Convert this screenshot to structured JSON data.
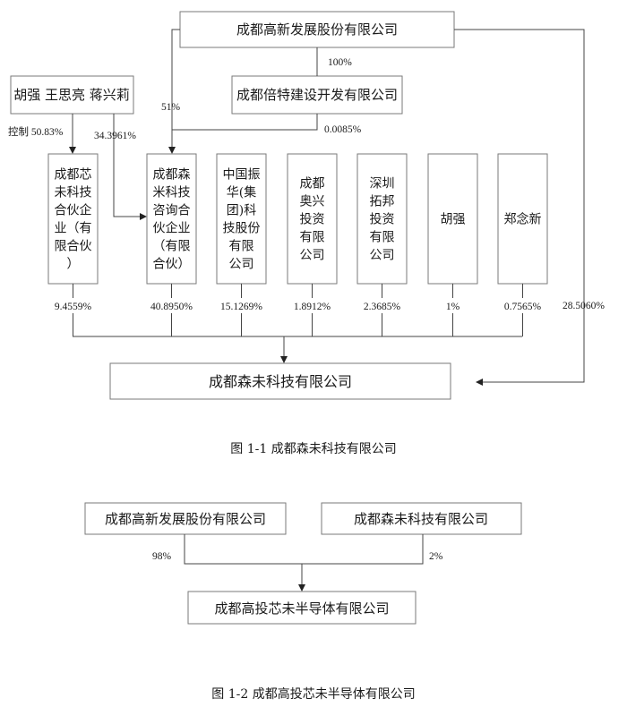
{
  "figure1": {
    "caption": "图 1-1  成都森未科技有限公司",
    "top_company": "成都高新发展股份有限公司",
    "subsidiary": "成都倍特建设开发有限公司",
    "individuals": "胡强  王思亮  蒋兴莉",
    "target": "成都森未科技有限公司",
    "edges": {
      "top_to_subsidiary": "100%",
      "top_to_senmi": "51%",
      "subsidiary_to_senmi": "0.0085%",
      "individuals_control": "控制 50.83%",
      "individuals_to_senmi": "34.3961%",
      "top_to_target": "28.5060%"
    },
    "shareholders": [
      {
        "lines": [
          "成都芯",
          "未科技",
          "合伙企",
          "业（有",
          "限合伙",
          "）"
        ],
        "pct": "9.4559%"
      },
      {
        "lines": [
          "成都森",
          "米科技",
          "咨询合",
          "伙企业",
          "（有限",
          "合伙）"
        ],
        "pct": "40.8950%"
      },
      {
        "lines": [
          "中国振",
          "华(集",
          "团)科",
          "技股份",
          "有限",
          "公司"
        ],
        "pct": "15.1269%"
      },
      {
        "lines": [
          "成都",
          "奥兴",
          "投资",
          "有限",
          "公司"
        ],
        "pct": "1.8912%"
      },
      {
        "lines": [
          "深圳",
          "拓邦",
          "投资",
          "有限",
          "公司"
        ],
        "pct": "2.3685%"
      },
      {
        "lines": [
          "胡强"
        ],
        "pct": "1%"
      },
      {
        "lines": [
          "郑念新"
        ],
        "pct": "0.7565%"
      }
    ]
  },
  "figure2": {
    "caption": "图 1-2  成都高投芯未半导体有限公司",
    "left_parent": "成都高新发展股份有限公司",
    "right_parent": "成都森未科技有限公司",
    "child": "成都高投芯未半导体有限公司",
    "left_pct": "98%",
    "right_pct": "2%"
  }
}
